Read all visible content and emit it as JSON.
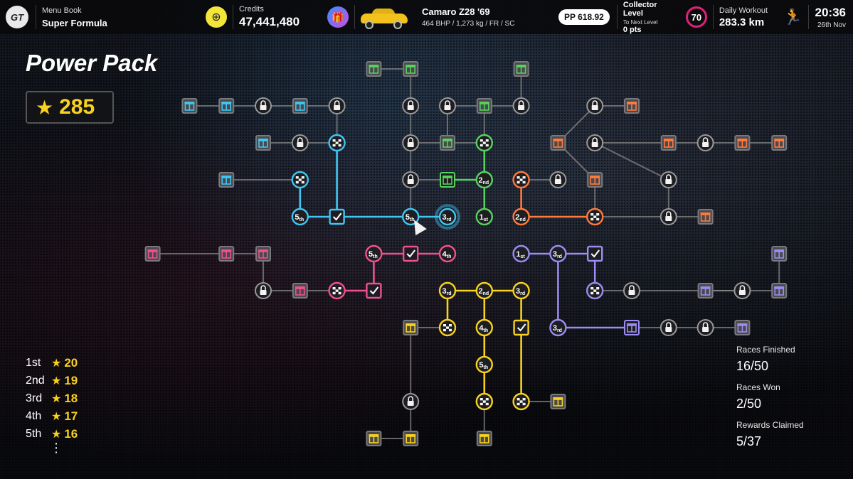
{
  "header": {
    "menu_label": "Menu Book",
    "menu_value": "Super Formula",
    "credits_label": "Credits",
    "credits_value": "47,441,480",
    "car_name": "Camaro Z28 '69",
    "car_specs": "464 BHP / 1,273 kg / FR / SC",
    "pp": "PP 618.92",
    "collector_label": "Collector Level",
    "collector_sub": "To Next Level",
    "collector_pts": "0 pts",
    "collector_level": "70",
    "workout_label": "Daily Workout",
    "workout_value": "283.3 km",
    "time": "20:36",
    "date": "26th Nov",
    "icons": [
      "gt-logo-icon",
      "compass-icon",
      "gift-icon",
      "car-image",
      "runner-icon"
    ]
  },
  "page": {
    "title": "Power Pack",
    "stars_total": "285"
  },
  "rank_rewards": [
    {
      "pos": "1st",
      "stars": "20"
    },
    {
      "pos": "2nd",
      "stars": "19"
    },
    {
      "pos": "3rd",
      "stars": "18"
    },
    {
      "pos": "4th",
      "stars": "17"
    },
    {
      "pos": "5th",
      "stars": "16"
    }
  ],
  "rank_more": "⋮",
  "stats": [
    {
      "label": "Races Finished",
      "value": "16/50"
    },
    {
      "label": "Races Won",
      "value": "2/50"
    },
    {
      "label": "Rewards Claimed",
      "value": "5/37"
    }
  ],
  "colors": {
    "cyan": "#3fc6f2",
    "green": "#57d25f",
    "orange": "#ff7a3d",
    "pink": "#f0508f",
    "yellow": "#f7d21e",
    "purple": "#9a8cf0",
    "gray": "#8a8a8a",
    "star": "#f8d21c"
  },
  "tree": {
    "nodes": [
      {
        "id": "g1",
        "col": 3,
        "row": 2,
        "type": "gift",
        "color": "cyan",
        "state": "dim"
      },
      {
        "id": "g2",
        "col": 4,
        "row": 2,
        "type": "gift",
        "color": "cyan",
        "state": "dim"
      },
      {
        "id": "l1",
        "col": 5,
        "row": 2,
        "type": "lock",
        "color": "gray"
      },
      {
        "id": "g3",
        "col": 6,
        "row": 2,
        "type": "gift",
        "color": "cyan",
        "state": "dim"
      },
      {
        "id": "l2",
        "col": 7,
        "row": 2,
        "type": "lock",
        "color": "gray"
      },
      {
        "id": "g4",
        "col": 5,
        "row": 3,
        "type": "gift",
        "color": "cyan",
        "state": "dim"
      },
      {
        "id": "l3",
        "col": 6,
        "row": 3,
        "type": "lock",
        "color": "gray"
      },
      {
        "id": "f1",
        "col": 7,
        "row": 3,
        "type": "flag",
        "color": "cyan"
      },
      {
        "id": "g5",
        "col": 4,
        "row": 4,
        "type": "gift",
        "color": "cyan",
        "state": "dim"
      },
      {
        "id": "f2",
        "col": 6,
        "row": 4,
        "type": "flag",
        "color": "cyan"
      },
      {
        "id": "r1",
        "col": 6,
        "row": 5,
        "type": "rank",
        "label": "5th",
        "color": "cyan"
      },
      {
        "id": "c1",
        "col": 7,
        "row": 5,
        "type": "check",
        "color": "cyan"
      },
      {
        "id": "r2",
        "col": 9,
        "row": 5,
        "type": "rank",
        "label": "5th",
        "color": "cyan"
      },
      {
        "id": "r3",
        "col": 10,
        "row": 5,
        "type": "rank",
        "label": "3rd",
        "color": "cyan",
        "state": "selected"
      },
      {
        "id": "g6",
        "col": 8,
        "row": 1,
        "type": "gift",
        "color": "green",
        "state": "dim"
      },
      {
        "id": "g7",
        "col": 9,
        "row": 1,
        "type": "gift",
        "color": "green",
        "state": "dim"
      },
      {
        "id": "l4",
        "col": 9,
        "row": 2,
        "type": "lock",
        "color": "gray"
      },
      {
        "id": "l5",
        "col": 10,
        "row": 2,
        "type": "lock",
        "color": "gray"
      },
      {
        "id": "g8",
        "col": 11,
        "row": 2,
        "type": "gift",
        "color": "green",
        "state": "dim"
      },
      {
        "id": "l6",
        "col": 12,
        "row": 2,
        "type": "lock",
        "color": "gray"
      },
      {
        "id": "g9",
        "col": 12,
        "row": 1,
        "type": "gift",
        "color": "green",
        "state": "dim"
      },
      {
        "id": "l7",
        "col": 9,
        "row": 3,
        "type": "lock",
        "color": "gray"
      },
      {
        "id": "g10",
        "col": 10,
        "row": 3,
        "type": "gift",
        "color": "green",
        "state": "dim"
      },
      {
        "id": "f3",
        "col": 11,
        "row": 3,
        "type": "flag",
        "color": "green"
      },
      {
        "id": "l8",
        "col": 9,
        "row": 4,
        "type": "lock",
        "color": "gray"
      },
      {
        "id": "g11",
        "col": 10,
        "row": 4,
        "type": "gift",
        "color": "green"
      },
      {
        "id": "r4",
        "col": 11,
        "row": 4,
        "type": "rank",
        "label": "2nd",
        "color": "green"
      },
      {
        "id": "r5",
        "col": 11,
        "row": 5,
        "type": "rank",
        "label": "1st",
        "color": "green"
      },
      {
        "id": "f4",
        "col": 12,
        "row": 4,
        "type": "flag",
        "color": "orange"
      },
      {
        "id": "l9",
        "col": 13,
        "row": 4,
        "type": "lock",
        "color": "gray"
      },
      {
        "id": "g12",
        "col": 13,
        "row": 3,
        "type": "gift",
        "color": "orange",
        "state": "dim"
      },
      {
        "id": "l10",
        "col": 14,
        "row": 2,
        "type": "lock",
        "color": "gray"
      },
      {
        "id": "g13",
        "col": 15,
        "row": 2,
        "type": "gift",
        "color": "orange",
        "state": "dim"
      },
      {
        "id": "l11",
        "col": 14,
        "row": 3,
        "type": "lock",
        "color": "gray"
      },
      {
        "id": "g14",
        "col": 14,
        "row": 4,
        "type": "gift",
        "color": "orange",
        "state": "dim"
      },
      {
        "id": "r6",
        "col": 12,
        "row": 5,
        "type": "rank",
        "label": "2nd",
        "color": "orange"
      },
      {
        "id": "f5",
        "col": 14,
        "row": 5,
        "type": "flag",
        "color": "orange"
      },
      {
        "id": "g15",
        "col": 16,
        "row": 3,
        "type": "gift",
        "color": "orange",
        "state": "dim"
      },
      {
        "id": "l12",
        "col": 17,
        "row": 3,
        "type": "lock",
        "color": "gray"
      },
      {
        "id": "g16",
        "col": 18,
        "row": 3,
        "type": "gift",
        "color": "orange",
        "state": "dim"
      },
      {
        "id": "g17",
        "col": 19,
        "row": 3,
        "type": "gift",
        "color": "orange",
        "state": "dim"
      },
      {
        "id": "l13",
        "col": 16,
        "row": 4,
        "type": "lock",
        "color": "gray"
      },
      {
        "id": "l14",
        "col": 16,
        "row": 5,
        "type": "lock",
        "color": "gray"
      },
      {
        "id": "g18",
        "col": 17,
        "row": 5,
        "type": "gift",
        "color": "orange",
        "state": "dim"
      },
      {
        "id": "g19",
        "col": 2,
        "row": 6,
        "type": "gift",
        "color": "pink",
        "state": "dim"
      },
      {
        "id": "g20",
        "col": 4,
        "row": 6,
        "type": "gift",
        "color": "pink",
        "state": "dim"
      },
      {
        "id": "g21",
        "col": 5,
        "row": 6,
        "type": "gift",
        "color": "pink",
        "state": "dim"
      },
      {
        "id": "l15",
        "col": 5,
        "row": 7,
        "type": "lock",
        "color": "gray"
      },
      {
        "id": "g22",
        "col": 6,
        "row": 7,
        "type": "gift",
        "color": "pink",
        "state": "dim"
      },
      {
        "id": "f6",
        "col": 7,
        "row": 7,
        "type": "flag",
        "color": "pink"
      },
      {
        "id": "c2",
        "col": 8,
        "row": 7,
        "type": "check",
        "color": "pink"
      },
      {
        "id": "r7",
        "col": 8,
        "row": 6,
        "type": "rank",
        "label": "5th",
        "color": "pink"
      },
      {
        "id": "c3",
        "col": 9,
        "row": 6,
        "type": "check",
        "color": "pink"
      },
      {
        "id": "r8",
        "col": 10,
        "row": 6,
        "type": "rank",
        "label": "4th",
        "color": "pink"
      },
      {
        "id": "r9",
        "col": 10,
        "row": 7,
        "type": "rank",
        "label": "3rd",
        "color": "yellow"
      },
      {
        "id": "r10",
        "col": 11,
        "row": 7,
        "type": "rank",
        "label": "2nd",
        "color": "yellow"
      },
      {
        "id": "r11",
        "col": 12,
        "row": 7,
        "type": "rank",
        "label": "3rd",
        "color": "yellow"
      },
      {
        "id": "g23",
        "col": 9,
        "row": 8,
        "type": "gift",
        "color": "yellow",
        "state": "dim"
      },
      {
        "id": "f7",
        "col": 10,
        "row": 8,
        "type": "flag",
        "color": "yellow"
      },
      {
        "id": "r12",
        "col": 11,
        "row": 8,
        "type": "rank",
        "label": "4th",
        "color": "yellow"
      },
      {
        "id": "c4",
        "col": 12,
        "row": 8,
        "type": "check",
        "color": "yellow"
      },
      {
        "id": "r13",
        "col": 11,
        "row": 9,
        "type": "rank",
        "label": "5th",
        "color": "yellow"
      },
      {
        "id": "l16",
        "col": 9,
        "row": 10,
        "type": "lock",
        "color": "gray"
      },
      {
        "id": "f8",
        "col": 11,
        "row": 10,
        "type": "flag",
        "color": "yellow"
      },
      {
        "id": "f9",
        "col": 12,
        "row": 10,
        "type": "flag",
        "color": "yellow"
      },
      {
        "id": "g24",
        "col": 13,
        "row": 10,
        "type": "gift",
        "color": "yellow",
        "state": "dim"
      },
      {
        "id": "g25",
        "col": 8,
        "row": 11,
        "type": "gift",
        "color": "yellow",
        "state": "dim"
      },
      {
        "id": "g26",
        "col": 9,
        "row": 11,
        "type": "gift",
        "color": "yellow",
        "state": "dim"
      },
      {
        "id": "g27",
        "col": 11,
        "row": 11,
        "type": "gift",
        "color": "yellow",
        "state": "dim"
      },
      {
        "id": "r14",
        "col": 12,
        "row": 6,
        "type": "rank",
        "label": "1st",
        "color": "purple"
      },
      {
        "id": "r15",
        "col": 13,
        "row": 6,
        "type": "rank",
        "label": "3rd",
        "color": "purple"
      },
      {
        "id": "c5",
        "col": 14,
        "row": 6,
        "type": "check",
        "color": "purple"
      },
      {
        "id": "f10",
        "col": 14,
        "row": 7,
        "type": "flag",
        "color": "purple"
      },
      {
        "id": "l17",
        "col": 15,
        "row": 7,
        "type": "lock",
        "color": "gray"
      },
      {
        "id": "g28",
        "col": 17,
        "row": 7,
        "type": "gift",
        "color": "purple",
        "state": "dim"
      },
      {
        "id": "l18",
        "col": 18,
        "row": 7,
        "type": "lock",
        "color": "gray"
      },
      {
        "id": "g29",
        "col": 19,
        "row": 7,
        "type": "gift",
        "color": "purple",
        "state": "dim"
      },
      {
        "id": "g30",
        "col": 19,
        "row": 6,
        "type": "gift",
        "color": "purple",
        "state": "dim"
      },
      {
        "id": "r16",
        "col": 13,
        "row": 8,
        "type": "rank",
        "label": "3rd",
        "color": "purple"
      },
      {
        "id": "g31",
        "col": 15,
        "row": 8,
        "type": "gift",
        "color": "purple"
      },
      {
        "id": "l19",
        "col": 16,
        "row": 8,
        "type": "lock",
        "color": "gray"
      },
      {
        "id": "l20",
        "col": 17,
        "row": 8,
        "type": "lock",
        "color": "gray"
      },
      {
        "id": "g32",
        "col": 18,
        "row": 8,
        "type": "gift",
        "color": "purple",
        "state": "dim"
      }
    ],
    "edges": [
      [
        "g1",
        "g2",
        "gray"
      ],
      [
        "g2",
        "l1",
        "gray"
      ],
      [
        "l1",
        "g3",
        "gray"
      ],
      [
        "g3",
        "l2",
        "gray"
      ],
      [
        "l2",
        "f1",
        "gray"
      ],
      [
        "g4",
        "l3",
        "gray"
      ],
      [
        "l3",
        "f1",
        "gray"
      ],
      [
        "f1",
        "c1",
        "cyan"
      ],
      [
        "g5",
        "f2",
        "gray"
      ],
      [
        "f2",
        "r1",
        "cyan"
      ],
      [
        "r1",
        "c1",
        "cyan"
      ],
      [
        "c1",
        "r2",
        "cyan"
      ],
      [
        "r2",
        "r3",
        "cyan"
      ],
      [
        "g6",
        "g7",
        "gray"
      ],
      [
        "g7",
        "l4",
        "gray"
      ],
      [
        "l4",
        "l7",
        "gray"
      ],
      [
        "l7",
        "l8",
        "gray"
      ],
      [
        "l7",
        "g10",
        "gray"
      ],
      [
        "l5",
        "g10",
        "gray"
      ],
      [
        "g10",
        "f3",
        "gray"
      ],
      [
        "g8",
        "f3",
        "gray"
      ],
      [
        "l5",
        "g8",
        "gray"
      ],
      [
        "g8",
        "l6",
        "gray"
      ],
      [
        "l6",
        "g9",
        "gray"
      ],
      [
        "l8",
        "g11",
        "gray"
      ],
      [
        "g11",
        "r4",
        "green"
      ],
      [
        "f3",
        "r4",
        "green"
      ],
      [
        "r4",
        "r5",
        "green"
      ],
      [
        "l8",
        "r2",
        "gray"
      ],
      [
        "f4",
        "l9",
        "gray"
      ],
      [
        "f4",
        "r6",
        "orange"
      ],
      [
        "r6",
        "f5",
        "orange"
      ],
      [
        "g12",
        "l10",
        "gray"
      ],
      [
        "l10",
        "g13",
        "gray"
      ],
      [
        "g12",
        "g14",
        "gray"
      ],
      [
        "g14",
        "f5",
        "gray"
      ],
      [
        "f5",
        "l14",
        "gray"
      ],
      [
        "l14",
        "g18",
        "gray"
      ],
      [
        "l14",
        "l13",
        "gray"
      ],
      [
        "l13",
        "l11",
        "gray"
      ],
      [
        "l11",
        "g15",
        "gray"
      ],
      [
        "g15",
        "l12",
        "gray"
      ],
      [
        "l12",
        "g16",
        "gray"
      ],
      [
        "g16",
        "g17",
        "gray"
      ],
      [
        "g19",
        "g20",
        "gray"
      ],
      [
        "g20",
        "g21",
        "gray"
      ],
      [
        "g21",
        "l15",
        "gray"
      ],
      [
        "l15",
        "g22",
        "gray"
      ],
      [
        "g22",
        "f6",
        "gray"
      ],
      [
        "f6",
        "c2",
        "pink"
      ],
      [
        "c2",
        "r7",
        "pink"
      ],
      [
        "r7",
        "c3",
        "pink"
      ],
      [
        "c3",
        "r8",
        "pink"
      ],
      [
        "r9",
        "r10",
        "yellow"
      ],
      [
        "r10",
        "r11",
        "yellow"
      ],
      [
        "r9",
        "f7",
        "yellow"
      ],
      [
        "g23",
        "f7",
        "gray"
      ],
      [
        "r10",
        "r12",
        "yellow"
      ],
      [
        "r12",
        "r13",
        "yellow"
      ],
      [
        "r13",
        "f8",
        "yellow"
      ],
      [
        "r11",
        "c4",
        "yellow"
      ],
      [
        "c4",
        "f9",
        "yellow"
      ],
      [
        "f9",
        "g24",
        "gray"
      ],
      [
        "g23",
        "l16",
        "gray"
      ],
      [
        "l16",
        "g26",
        "gray"
      ],
      [
        "g25",
        "g26",
        "gray"
      ],
      [
        "f8",
        "g27",
        "gray"
      ],
      [
        "r14",
        "r15",
        "purple"
      ],
      [
        "r15",
        "c5",
        "purple"
      ],
      [
        "c5",
        "f10",
        "purple"
      ],
      [
        "f10",
        "l17",
        "gray"
      ],
      [
        "l17",
        "l18",
        "gray"
      ],
      [
        "g28",
        "l18",
        "gray"
      ],
      [
        "l18",
        "g29",
        "gray"
      ],
      [
        "g29",
        "g30",
        "gray"
      ],
      [
        "r15",
        "r16",
        "purple"
      ],
      [
        "r16",
        "g31",
        "purple"
      ],
      [
        "g31",
        "l19",
        "gray"
      ],
      [
        "l19",
        "l20",
        "gray"
      ],
      [
        "l20",
        "g32",
        "gray"
      ]
    ]
  }
}
